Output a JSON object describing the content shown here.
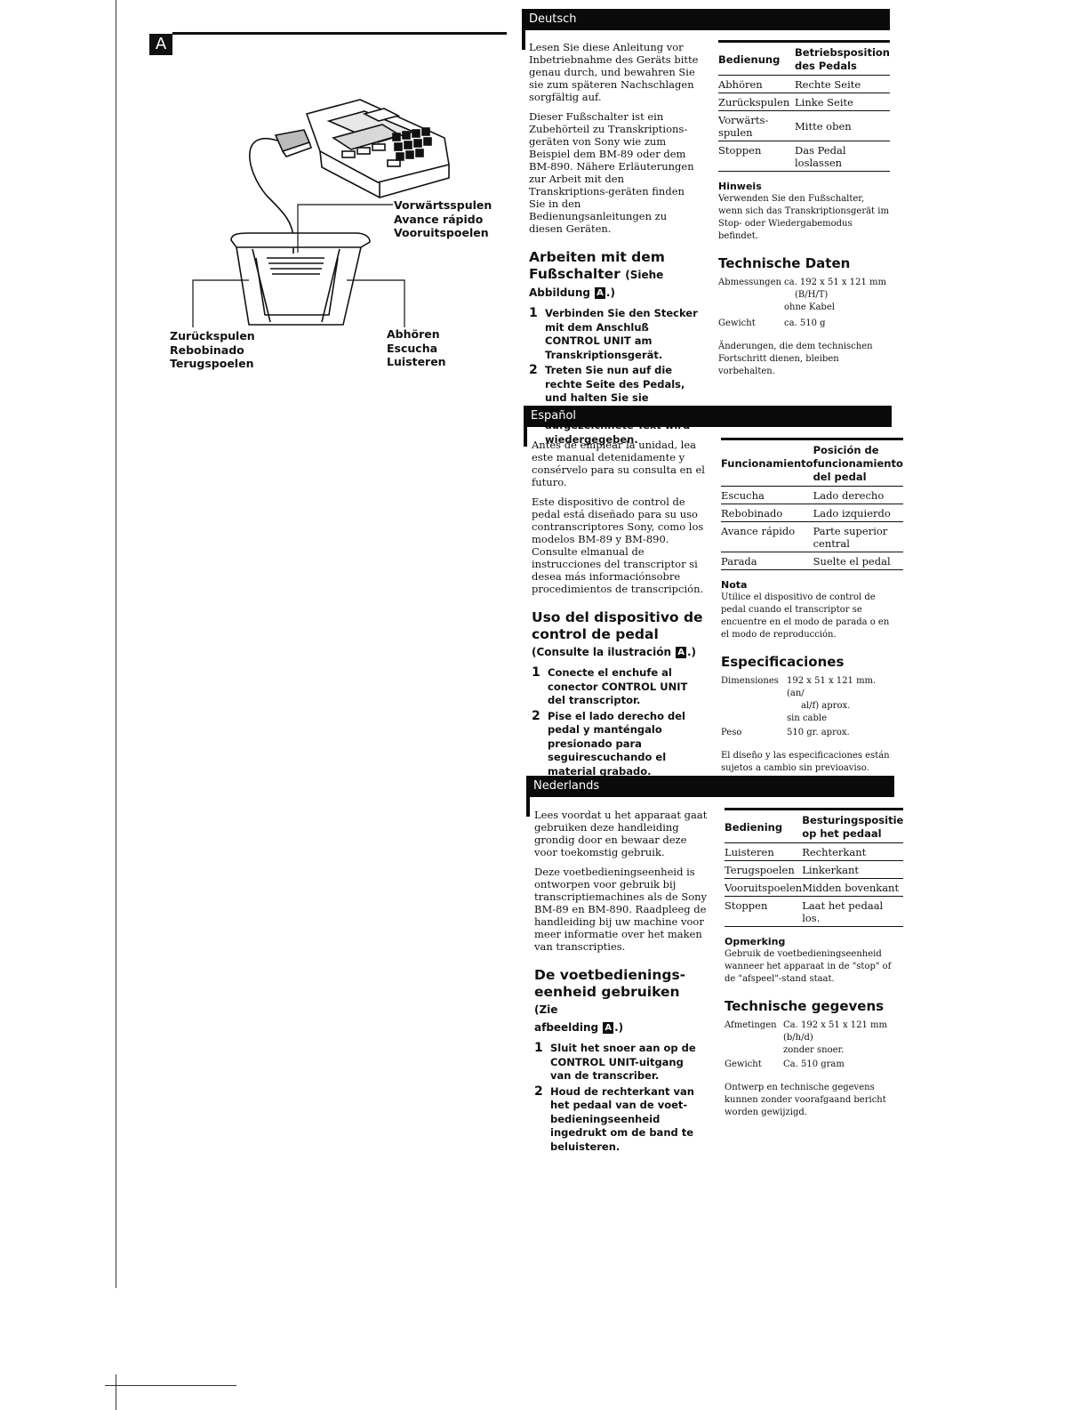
{
  "figure": {
    "marker": "A",
    "labels": {
      "forward": [
        "Vorwärtsspulen",
        "Avance rápido",
        "Vooruitspoelen"
      ],
      "rewind": [
        "Zurückspulen",
        "Rebobinado",
        "Terugspoelen"
      ],
      "listen": [
        "Abhören",
        "Escucha",
        "Luisteren"
      ]
    }
  },
  "de": {
    "header": "Deutsch",
    "intro1": "Lesen Sie diese Anleitung vor Inbetriebnahme des Geräts bitte genau durch, und bewahren Sie sie zum späteren Nachschlagen sorgfältig auf.",
    "intro2": "Dieser Fußschalter ist ein Zubehörteil zu Transkriptions-geräten von Sony wie zum Beispiel dem BM-89 oder dem BM-890. Nähere Erläuterungen zur Arbeit mit den Transkriptions-geräten finden Sie in den Bedienungsanleitungen zu diesen Geräten.",
    "heading": "Arbeiten mit dem Fußschalter",
    "heading_small": "(Siehe",
    "heading_sub": "Abbildung",
    "heading_fig": "A",
    "heading_end": ".)",
    "steps": [
      {
        "num": "1",
        "text": "Verbinden Sie den Stecker mit dem Anschluß CONTROL UNIT am Transkriptionsgerät."
      },
      {
        "num": "2",
        "text": "Treten Sie nun auf die rechte Seite des Pedals, und halten Sie sie gedrückt. Der aufgezeichnete Text wird wiedergegeben."
      }
    ],
    "table": {
      "col1": "Bedienung",
      "col2": "Betriebsposition des Pedals",
      "rows": [
        [
          "Abhören",
          "Rechte Seite"
        ],
        [
          "Zurückspulen",
          "Linke Seite"
        ],
        [
          "Vorwärts-spulen",
          "Mitte oben"
        ],
        [
          "Stoppen",
          "Das Pedal loslassen"
        ]
      ]
    },
    "note_title": "Hinweis",
    "note": "Verwenden Sie den Fußschalter, wenn sich das Transkriptionsgerät im Stop- oder Wiedergabemodus befindet.",
    "spec_title": "Technische Daten",
    "spec": [
      {
        "k": "Abmessungen",
        "v": [
          "ca. 192 x 51 x 121 mm",
          "(B/H/T)",
          "ohne Kabel"
        ]
      },
      {
        "k": "Gewicht",
        "v": [
          "ca. 510 g"
        ]
      }
    ],
    "spec_foot": "Änderungen, die dem technischen Fortschritt dienen, bleiben vorbehalten."
  },
  "es": {
    "header": "Español",
    "intro1": "Antes de emplear la unidad, lea este manual detenidamente y consérvelo para su consulta en el futuro.",
    "intro2": "Este dispositivo de control de pedal está diseñado para su uso contranscriptores Sony, como los modelos BM-89 y BM-890. Consulte elmanual de instrucciones del transcriptor si desea más informaciónsobre procedimientos de transcripción.",
    "heading": "Uso del dispositivo de control de pedal",
    "heading_sub": "(Consulte la ilustración",
    "heading_fig": "A",
    "heading_end": ".)",
    "steps": [
      {
        "num": "1",
        "text": "Conecte el enchufe al conector CONTROL UNIT del transcriptor."
      },
      {
        "num": "2",
        "text": "Pise el lado derecho del pedal y manténgalo presionado para seguirescuchando el material grabado."
      }
    ],
    "table": {
      "col1": "Funcionamiento",
      "col2": "Posición de funcionamiento del pedal",
      "rows": [
        [
          "Escucha",
          "Lado derecho"
        ],
        [
          "Rebobinado",
          "Lado izquierdo"
        ],
        [
          "Avance rápido",
          "Parte superior central"
        ],
        [
          "Parada",
          "Suelte el pedal"
        ]
      ]
    },
    "note_title": "Nota",
    "note": "Utilice el dispositivo de control de pedal cuando el transcriptor se encuentre en el modo de parada o en el modo de reproducción.",
    "spec_title": "Especificaciones",
    "spec": [
      {
        "k": "Dimensiones",
        "v": [
          "192 x 51 x 121 mm. (an/",
          "al/f) aprox.",
          "sin cable"
        ]
      },
      {
        "k": "Peso",
        "v": [
          "510 gr. aprox."
        ]
      }
    ],
    "spec_foot": "El diseño y las especificaciones están sujetos a cambio sin previoaviso."
  },
  "nl": {
    "header": "Nederlands",
    "intro1": "Lees voordat u het apparaat gaat gebruiken deze handleiding grondig door en bewaar deze voor toekomstig gebruik.",
    "intro2": "Deze voetbedieningseenheid is ontworpen voor gebruik bij transcriptiemachines als de Sony BM-89 en BM-890. Raadpleeg de handleiding bij uw machine voor meer informatie over het maken van transcripties.",
    "heading": "De voetbedienings-eenheid gebruiken",
    "heading_small": "(Zie",
    "heading_sub": "afbeelding",
    "heading_fig": "A",
    "heading_end": ".)",
    "steps": [
      {
        "num": "1",
        "text": "Sluit het snoer aan op de CONTROL UNIT-uitgang van de transcriber."
      },
      {
        "num": "2",
        "text": "Houd de rechterkant van het pedaal van de voet-bedieningseenheid ingedrukt om de band te beluisteren."
      }
    ],
    "table": {
      "col1": "Bediening",
      "col2": "Besturingspositie op het pedaal",
      "rows": [
        [
          "Luisteren",
          "Rechterkant"
        ],
        [
          "Terugspoelen",
          "Linkerkant"
        ],
        [
          "Vooruitspoelen",
          "Midden bovenkant"
        ],
        [
          "Stoppen",
          "Laat het pedaal los."
        ]
      ]
    },
    "note_title": "Opmerking",
    "note": "Gebruik de voetbedieningseenheid wanneer het apparaat in de \"stop\" of de \"afspeel\"-stand staat.",
    "spec_title": "Technische gegevens",
    "spec": [
      {
        "k": "Afmetingen",
        "v": [
          "Ca. 192 x 51 x 121 mm",
          "(b/h/d)",
          "zonder snoer."
        ]
      },
      {
        "k": "Gewicht",
        "v": [
          "Ca. 510 gram"
        ]
      }
    ],
    "spec_foot": "Ontwerp en technische gegevens kunnen zonder voorafgaand bericht worden gewijzigd."
  }
}
